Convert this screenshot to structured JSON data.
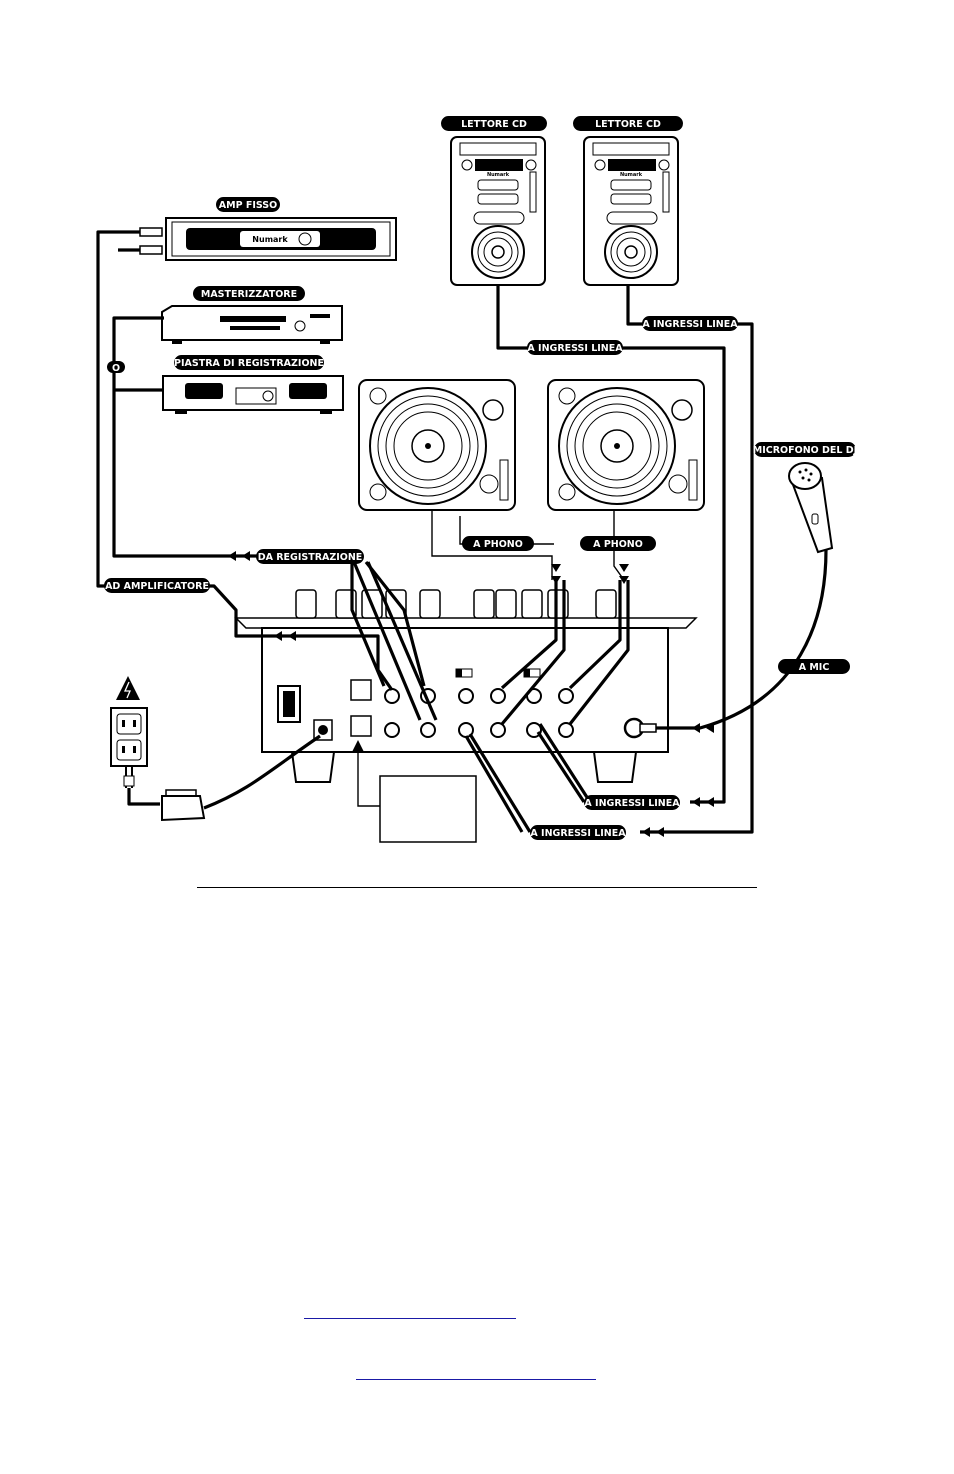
{
  "labels": {
    "cd_player_1": "LETTORE CD",
    "cd_player_2": "LETTORE CD",
    "amp": "AMP FISSO",
    "cd_burner": "MASTERIZZATORE",
    "tape_deck": "PIASTRA DI REGISTRAZIONE",
    "or_badge": "O",
    "line_in_cd2": "A INGRESSI  LINEA",
    "line_in_cd1": "A INGRESSI  LINEA",
    "dj_mic": "MICROFONO DEL DJ",
    "from_record": "DA REGISTRAZIONE",
    "phono_1": "A PHONO",
    "phono_2": "A PHONO",
    "to_amp": "AD AMPLIFICATORE",
    "to_mic": "A MIC",
    "line_in_low_1": "A INGRESSI  LINEA",
    "line_in_low_2": "A INGRESSI  LINEA"
  },
  "brand": "Numark"
}
